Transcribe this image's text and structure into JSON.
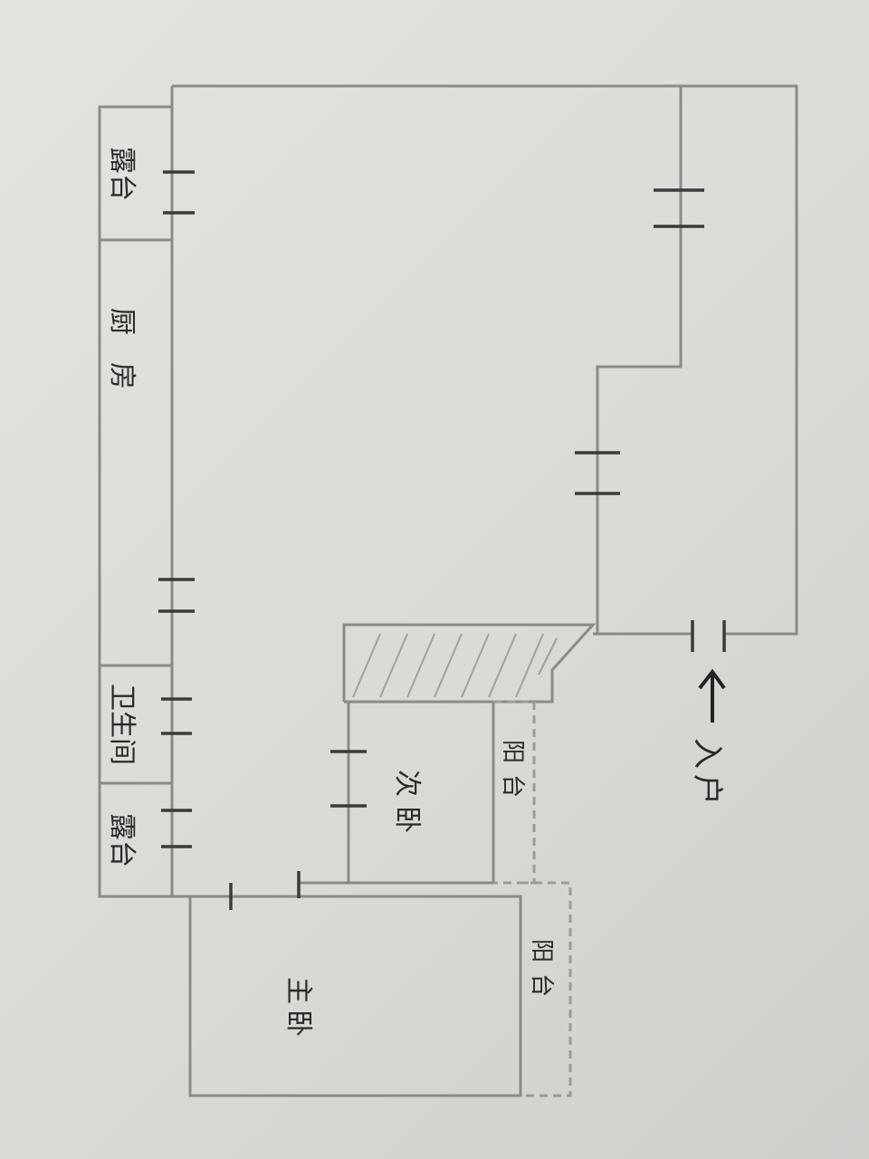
{
  "plan": {
    "rooms": {
      "terrace_top": "露台",
      "kitchen": "厨房",
      "bathroom": "卫生间",
      "terrace_bottom": "露台",
      "second_bedroom": "次卧",
      "balcony_second": "阳台",
      "balcony_master": "阳台",
      "master_bedroom": "主卧"
    },
    "entrance": "入户"
  }
}
